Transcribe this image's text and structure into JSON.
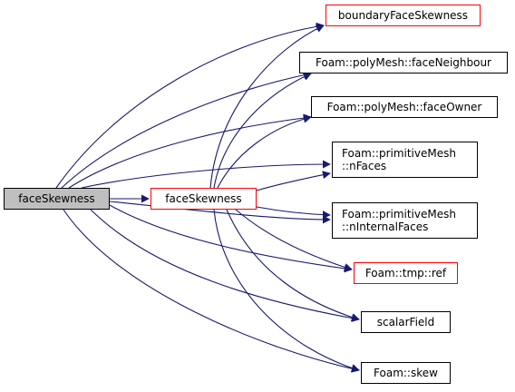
{
  "colors": {
    "edge": "#191970",
    "red_border": "#ff0000",
    "black_border": "#000000",
    "root_fill": "#bfbfbf"
  },
  "nodes": {
    "root": {
      "label": "faceSkewness"
    },
    "mid": {
      "label": "faceSkewness"
    },
    "boundaryFaceSkewness": {
      "label": "boundaryFaceSkewness"
    },
    "faceNeighbour": {
      "label": "Foam::polyMesh::faceNeighbour"
    },
    "faceOwner": {
      "label": "Foam::polyMesh::faceOwner"
    },
    "nFaces": {
      "line1": "Foam::primitiveMesh",
      "line2": "::nFaces"
    },
    "nInternalFaces": {
      "line1": "Foam::primitiveMesh",
      "line2": "::nInternalFaces"
    },
    "tmpRef": {
      "label": "Foam::tmp::ref"
    },
    "scalarField": {
      "label": "scalarField"
    },
    "skew": {
      "label": "Foam::skew"
    }
  }
}
